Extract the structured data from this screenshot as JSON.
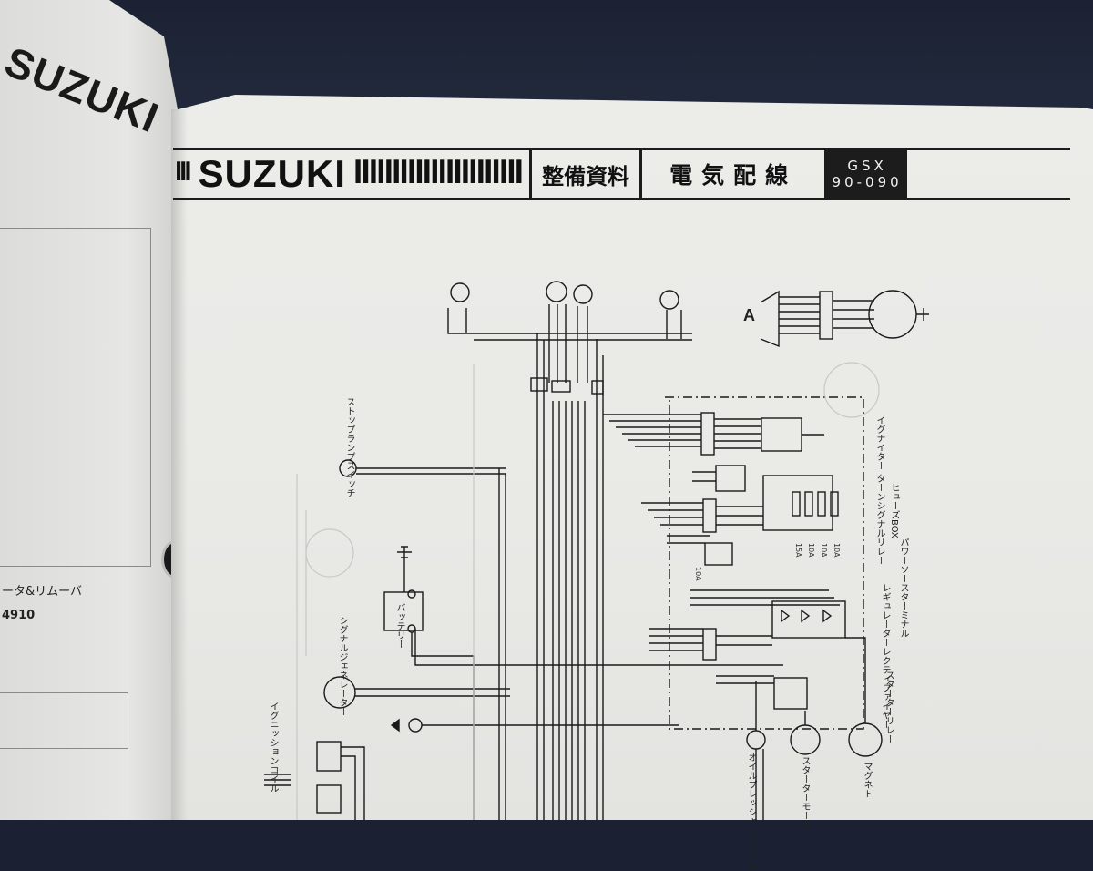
{
  "left_page": {
    "logo": "SUZUKI",
    "text_line_1": "ータ&リムーバ",
    "text_line_2": "4910"
  },
  "header": {
    "logo": "SUZUKI",
    "section_1": "整備資料",
    "section_2": "電気配線",
    "model_line_1": "GSX",
    "model_line_2": "90-090"
  },
  "diagram": {
    "view_label": "A",
    "components": [
      "ストップランプスイッチ",
      "バッテリー",
      "シグナルジェネレーター",
      "イグニッションコイル",
      "オイルプレッシャースイッチ",
      "スターターモーター",
      "マグネト",
      "スターターリレー",
      "レギュレーターレクティファイヤー",
      "パワーソースターミナル",
      "ターンシグナルリレー",
      "ヒューズBOX",
      "イグナイター"
    ],
    "fuses": [
      "15A",
      "10A",
      "10A",
      "10A",
      "10A"
    ]
  }
}
